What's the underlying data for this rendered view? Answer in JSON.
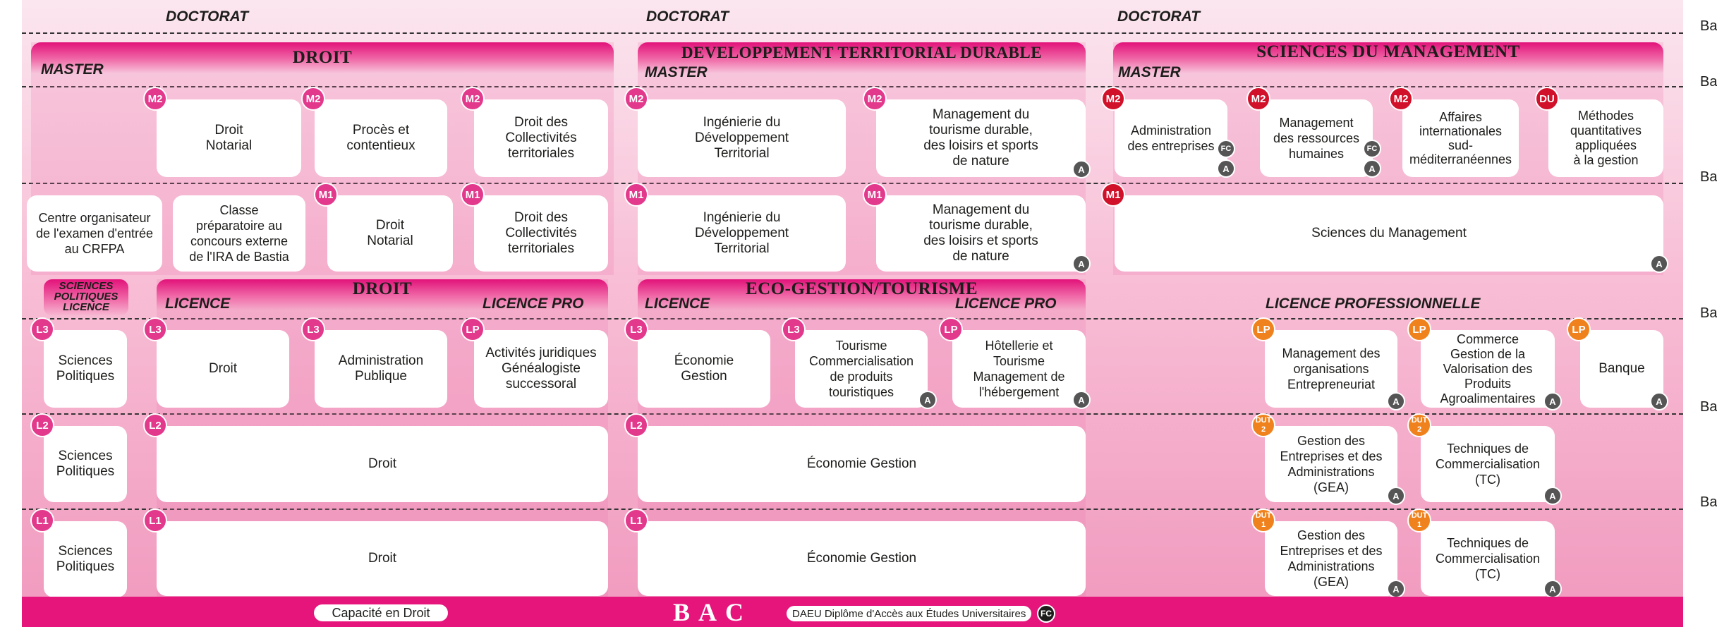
{
  "doctorat": [
    "DOCTORAT",
    "DOCTORAT",
    "DOCTORAT"
  ],
  "row_labels": [
    "Ba",
    "Ba",
    "Ba",
    "Ba",
    "Ba",
    "Ba"
  ],
  "master": {
    "droit": {
      "title": "DROIT",
      "label": "MASTER"
    },
    "dev": {
      "title": "DEVELOPPEMENT TERRITORIAL DURABLE",
      "label": "MASTER"
    },
    "mgmt": {
      "title": "SCIENCES DU MANAGEMENT",
      "label": "MASTER"
    }
  },
  "m2": [
    {
      "badge": "M2",
      "text": "Droit\nNotarial"
    },
    {
      "badge": "M2",
      "text": "Procès et\ncontentieux"
    },
    {
      "badge": "M2",
      "text": "Droit des\nCollectivités\nterritoriales"
    },
    {
      "badge": "M2",
      "text": "Ingénierie du\nDéveloppement\nTerritorial"
    },
    {
      "badge": "M2",
      "text": "Management du\ntourisme durable,\ndes loisirs et sports\nde nature",
      "mark": "A"
    },
    {
      "badge": "M2",
      "text": "Administration\ndes entreprises",
      "mark": "A",
      "mark2": "FC"
    },
    {
      "badge": "M2",
      "text": "Management\ndes ressources\nhumaines",
      "mark": "A",
      "mark2": "FC"
    },
    {
      "badge": "M2",
      "text": "Affaires\ninternationales\nsud-\nméditerranéennes"
    },
    {
      "badge": "DU",
      "text": "Méthodes\nquantitatives\nappliquées\nà la gestion"
    }
  ],
  "m1": [
    {
      "text": "Centre organisateur\nde l'examen d'entrée\nau CRFPA"
    },
    {
      "text": "Classe\npréparatoire au\nconcours externe\nde l'IRA de Bastia"
    },
    {
      "badge": "M1",
      "text": "Droit\nNotarial"
    },
    {
      "badge": "M1",
      "text": "Droit des\nCollectivités\nterritoriales"
    },
    {
      "badge": "M1",
      "text": "Ingénierie du\nDéveloppement\nTerritorial"
    },
    {
      "badge": "M1",
      "text": "Management du\ntourisme durable,\ndes loisirs et sports\nde nature",
      "mark": "A"
    },
    {
      "badge": "M1",
      "text": "Sciences du Management",
      "mark": "A"
    }
  ],
  "licence": {
    "sciencespo": "SCIENCES\nPOLITIQUES\nLICENCE",
    "droit": {
      "title": "DROIT",
      "licence": "LICENCE",
      "pro": "LICENCE PRO"
    },
    "eco": {
      "title": "ECO-GESTION/TOURISME",
      "licence": "LICENCE",
      "pro": "LICENCE PRO"
    },
    "lp_label": "LICENCE PROFESSIONNELLE"
  },
  "l3": [
    {
      "badge": "L3",
      "text": "Sciences\nPolitiques"
    },
    {
      "badge": "L3",
      "text": "Droit"
    },
    {
      "badge": "L3",
      "text": "Administration\nPublique"
    },
    {
      "badge": "LP",
      "text": "Activités juridiques\nGénéalogiste\nsuccessoral"
    },
    {
      "badge": "L3",
      "text": "Économie\nGestion"
    },
    {
      "badge": "L3",
      "text": "Tourisme\nCommercialisation\nde produits\ntouristiques",
      "mark": "A"
    },
    {
      "badge": "LP",
      "text": "Hôtellerie et\nTourisme\nManagement de\nl'hébergement",
      "mark": "A"
    },
    {
      "badge": "LP",
      "text": "Management des\norganisations\nEntrepreneuriat",
      "mark": "A"
    },
    {
      "badge": "LP",
      "text": "Commerce\nGestion de la\nValorisation des\nProduits\nAgroalimentaires",
      "mark": "A"
    },
    {
      "badge": "LP",
      "text": "Banque",
      "mark": "A"
    }
  ],
  "l2": [
    {
      "badge": "L2",
      "text": "Sciences\nPolitiques"
    },
    {
      "badge": "L2",
      "text": "Droit"
    },
    {
      "badge": "L2",
      "text": "Économie Gestion"
    },
    {
      "badge": "DUT 2",
      "text": "Gestion des\nEntreprises et des\nAdministrations\n(GEA)",
      "mark": "A"
    },
    {
      "badge": "DUT 2",
      "text": "Techniques de\nCommercialisation\n(TC)",
      "mark": "A"
    }
  ],
  "l1": [
    {
      "badge": "L1",
      "text": "Sciences\nPolitiques"
    },
    {
      "badge": "L1",
      "text": "Droit"
    },
    {
      "badge": "L1",
      "text": "Économie Gestion"
    },
    {
      "badge": "DUT 1",
      "text": "Gestion des\nEntreprises et des\nAdministrations\n(GEA)",
      "mark": "A"
    },
    {
      "badge": "DUT 1",
      "text": "Techniques de\nCommercialisation\n(TC)",
      "mark": "A"
    }
  ],
  "footer": {
    "capacite": "Capacité en Droit",
    "bac": "BAC",
    "daeu": "DAEU Diplôme d'Accès aux Études Universitaires",
    "fc": "FC"
  },
  "colors": {
    "accent": "#e5157c",
    "badge_pink": "#e3398c",
    "badge_red": "#d1102a",
    "badge_orange": "#f0821e"
  }
}
